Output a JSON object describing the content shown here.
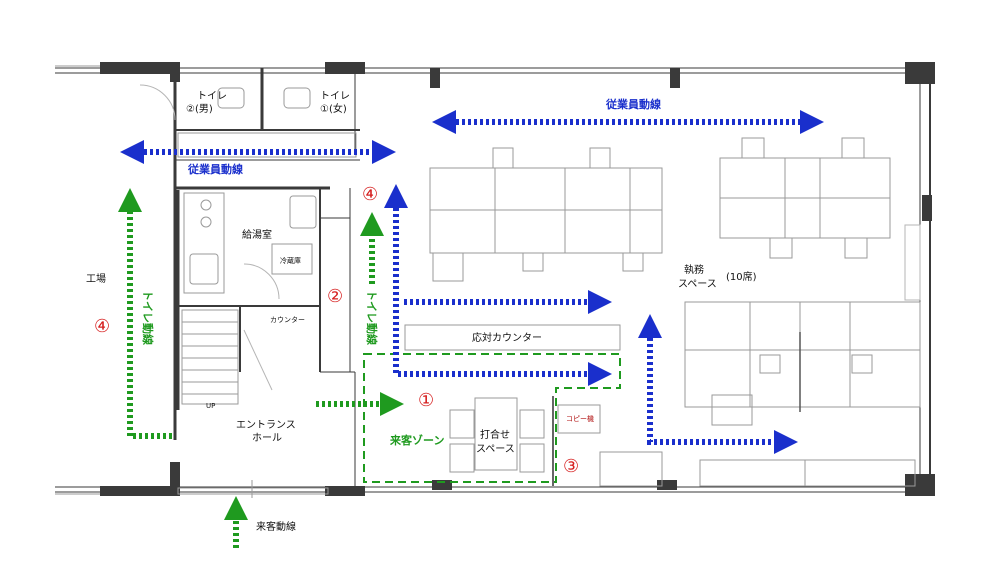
{
  "labels": {
    "toilet_men_1": "トイレ",
    "toilet_men_2": "②(男)",
    "toilet_women_1": "トイレ",
    "toilet_women_2": "①(女)",
    "employee_flow_left": "従業員動線",
    "employee_flow_top": "従業員動線",
    "kitchenette": "給湯室",
    "fridge": "冷蔵庫",
    "counter_small": "カウンター",
    "factory": "工場",
    "toilet_flow_left": "トイレ動線",
    "toilet_flow_mid": "トイレ動線",
    "up": "UP",
    "entrance_1": "エントランス",
    "entrance_2": "ホール",
    "reception_counter": "応対カウンター",
    "visitor_zone": "来客ゾーン",
    "meeting_1": "打合せ",
    "meeting_2": "スペース",
    "office_1": "執務",
    "office_2": "スペース",
    "office_seats": "(10席)",
    "sign": "コピー機",
    "visitor_flow": "来客動線"
  },
  "markers": {
    "m1": "①",
    "m2": "②",
    "m3": "③",
    "m4_mid": "④",
    "m4_left": "④"
  },
  "colors": {
    "employee_flow": "#1a2fcc",
    "visitor_flow": "#1f9a1f",
    "marker": "#d62020",
    "wall": "#3a3a3a"
  }
}
